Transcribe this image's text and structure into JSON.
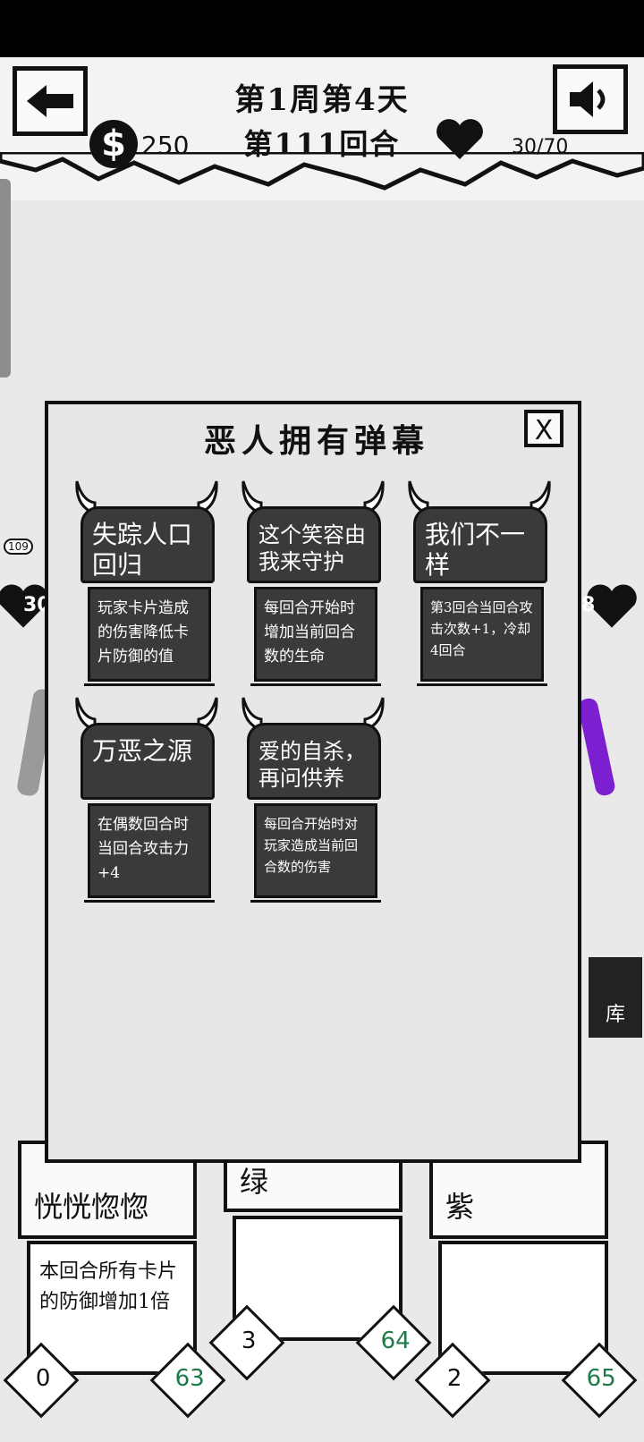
{
  "hud": {
    "day_label": "第1周第4天",
    "round_label": "第111回合",
    "money": "250",
    "coin_symbol": "$",
    "hp": "30/70"
  },
  "background": {
    "left_hp": "30",
    "right_hp": "8",
    "enemy_tag": "109",
    "deck_label": "库"
  },
  "modal": {
    "title": "恶人拥有弹幕",
    "close_label": "X",
    "cards": [
      {
        "name": "失踪人口回归",
        "desc": "玩家卡片造成的伤害降低卡片防御的值"
      },
      {
        "name": "这个笑容由我来守护",
        "desc": "每回合开始时增加当前回合数的生命"
      },
      {
        "name": "我们不一样",
        "desc": "第3回合当回合攻击次数+1，冷却4回合"
      },
      {
        "name": "万恶之源",
        "desc": "在偶数回合时当回合攻击力+4"
      },
      {
        "name": "爱的自杀，再问供养",
        "desc": "每回合开始时对玩家造成当前回合数的伤害"
      }
    ]
  },
  "hand": [
    {
      "title": "恍恍惚惚",
      "desc": "本回合所有卡片的防御增加1倍",
      "cost": "0",
      "value": "63"
    },
    {
      "title": "绿",
      "desc": "",
      "cost": "3",
      "value": "64"
    },
    {
      "title": "紫",
      "desc": "",
      "cost": "2",
      "value": "65"
    }
  ],
  "colors": {
    "accent_purple": "#7b1fd0",
    "value_green": "#1f7a4a",
    "card_dark": "#3a3a3a"
  }
}
